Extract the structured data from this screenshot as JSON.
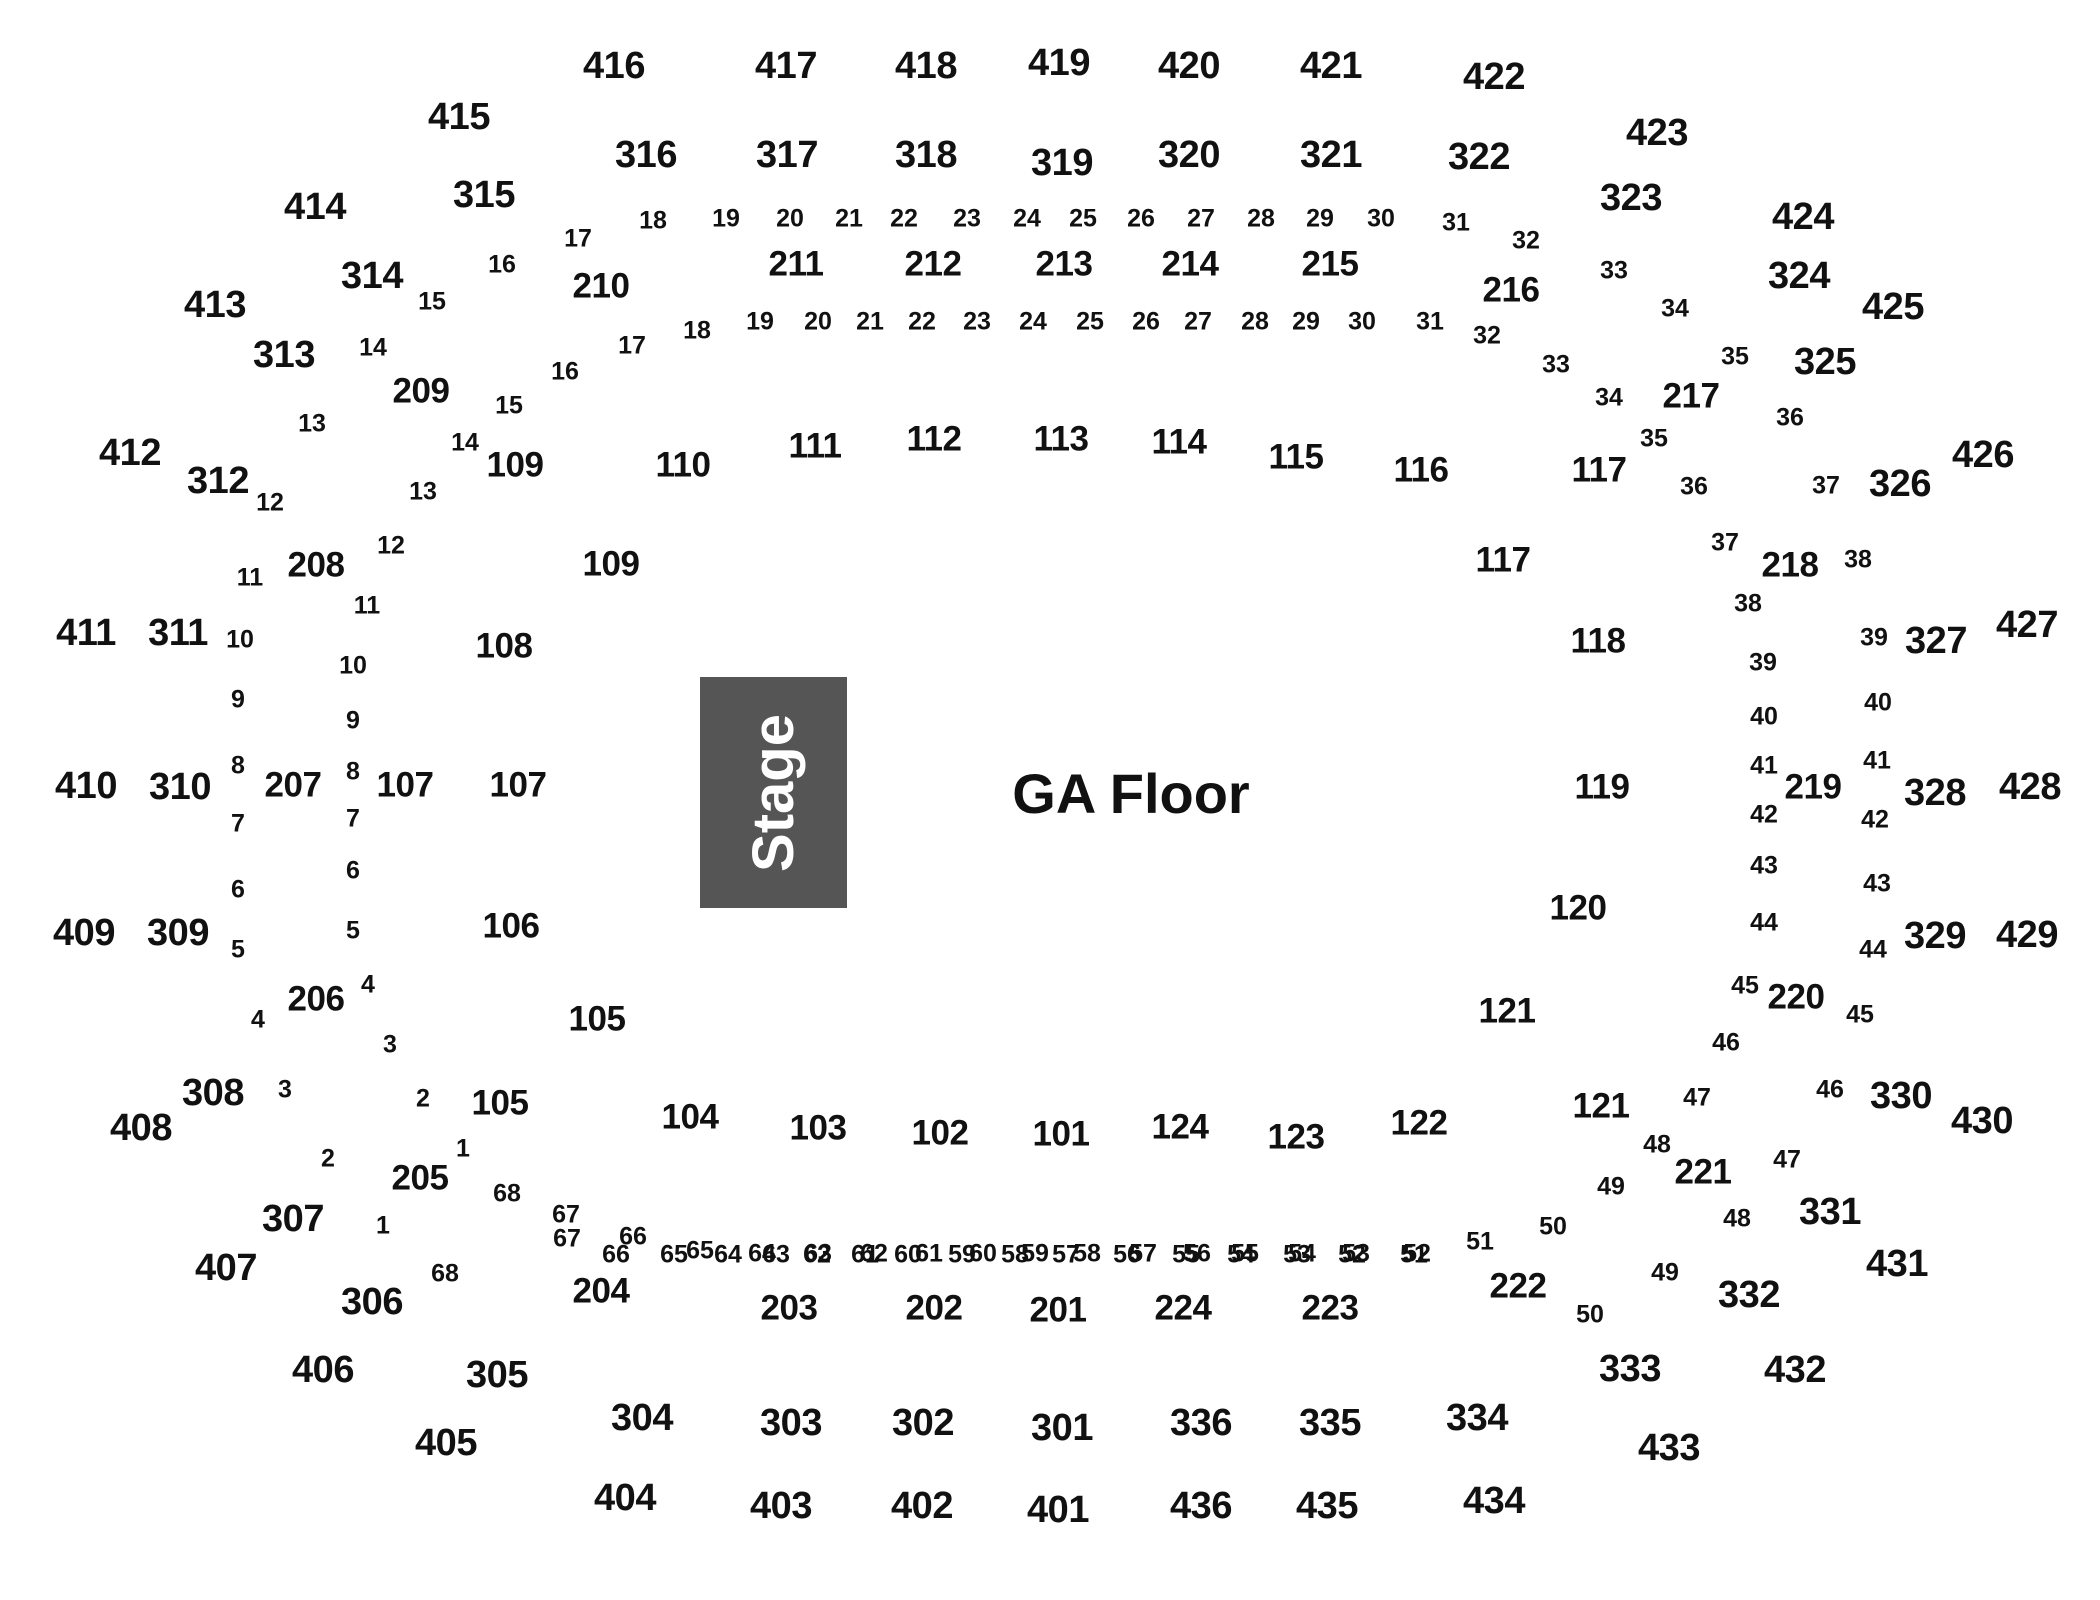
{
  "stage": {
    "label": "Stage"
  },
  "floor": {
    "label": "GA Floor"
  },
  "labels": [
    "416",
    "417",
    "418",
    "419",
    "420",
    "421",
    "422",
    "415",
    "423",
    "414",
    "424",
    "413",
    "425",
    "412",
    "426",
    "411",
    "427",
    "410",
    "428",
    "409",
    "429",
    "408",
    "430",
    "407",
    "431",
    "406",
    "432",
    "405",
    "433",
    "404",
    "403",
    "402",
    "401",
    "436",
    "435",
    "434",
    "316",
    "317",
    "318",
    "319",
    "320",
    "321",
    "322",
    "315",
    "323",
    "314",
    "324",
    "313",
    "325",
    "312",
    "326",
    "311",
    "327",
    "310",
    "328",
    "309",
    "329",
    "308",
    "330",
    "307",
    "331",
    "306",
    "332",
    "305",
    "333",
    "304",
    "303",
    "302",
    "301",
    "336",
    "335",
    "334",
    "210",
    "211",
    "212",
    "213",
    "214",
    "215",
    "216",
    "209",
    "217",
    "208",
    "218",
    "207",
    "219",
    "206",
    "220",
    "205",
    "221",
    "204",
    "203",
    "202",
    "201",
    "224",
    "223",
    "222",
    "109",
    "110",
    "111",
    "112",
    "113",
    "114",
    "115",
    "116",
    "117",
    "109",
    "117",
    "108",
    "118",
    "107",
    "107",
    "119",
    "106",
    "120",
    "105",
    "121",
    "105",
    "121",
    "104",
    "103",
    "102",
    "101",
    "124",
    "123",
    "122",
    "17",
    "18",
    "19",
    "20",
    "21",
    "22",
    "23",
    "24",
    "25",
    "26",
    "27",
    "28",
    "29",
    "30",
    "31",
    "32",
    "16",
    "15",
    "14",
    "13",
    "12",
    "11",
    "10",
    "9",
    "8",
    "7",
    "6",
    "5",
    "4",
    "3",
    "2",
    "1",
    "33",
    "34",
    "35",
    "36",
    "37",
    "38",
    "39",
    "40",
    "41",
    "42",
    "43",
    "44",
    "45",
    "46",
    "47",
    "48",
    "49",
    "50",
    "68",
    "67",
    "66",
    "65",
    "64",
    "63",
    "62",
    "61",
    "60",
    "59",
    "58",
    "57",
    "56",
    "55",
    "54",
    "53",
    "52",
    "51",
    "17",
    "18",
    "19",
    "20",
    "21",
    "22",
    "23",
    "24",
    "25",
    "26",
    "27",
    "28",
    "29",
    "30",
    "31",
    "32",
    "16",
    "15",
    "14",
    "13",
    "12",
    "11",
    "10",
    "9",
    "8",
    "7",
    "6",
    "5",
    "4",
    "3",
    "2",
    "1",
    "33",
    "34",
    "35",
    "36",
    "37",
    "38",
    "39",
    "40",
    "41",
    "42",
    "43",
    "44",
    "45",
    "46",
    "47",
    "48",
    "49",
    "50",
    "68",
    "67",
    "66",
    "65",
    "64",
    "63",
    "62",
    "61",
    "60",
    "59",
    "58",
    "57",
    "56",
    "55",
    "54",
    "53",
    "52",
    "51"
  ]
}
